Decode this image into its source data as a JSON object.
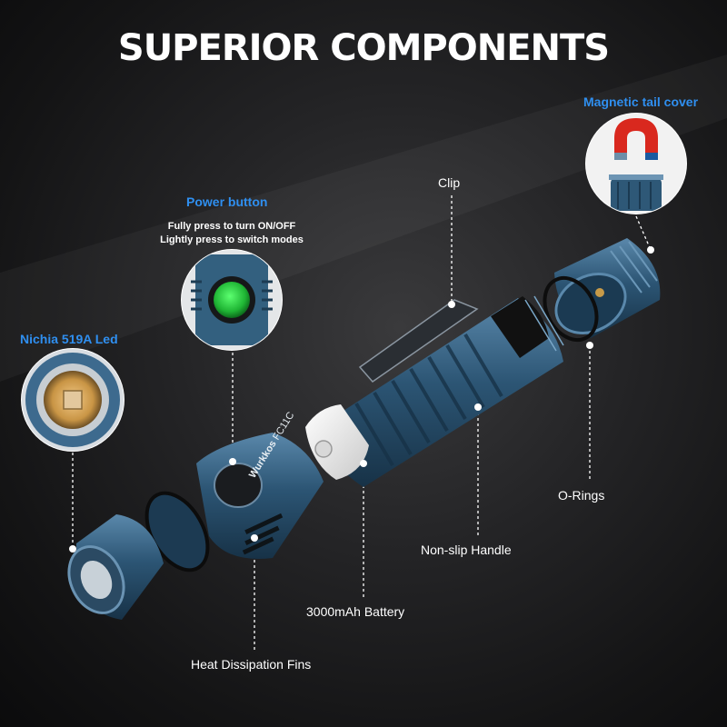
{
  "title": "SUPERIOR COMPONENTS",
  "callouts": {
    "magnetic_tail_cover": "Magnetic tail cover",
    "clip": "Clip",
    "power_button": "Power button",
    "power_desc_1": "Fully press to turn ON/OFF",
    "power_desc_2": "Lightly press to switch modes",
    "led": "Nichia 519A Led",
    "o_rings": "O-Rings",
    "handle": "Non-slip Handle",
    "battery": "3000mAh Battery",
    "fins": "Heat Dissipation Fins"
  },
  "brand_text": "Wurkkos",
  "model_text": "FC11C",
  "colors": {
    "accent_blue": "#2f8ff0",
    "body_blue": "#2f5876",
    "button_green": "#22c43a",
    "magnet_red": "#d9281e"
  }
}
